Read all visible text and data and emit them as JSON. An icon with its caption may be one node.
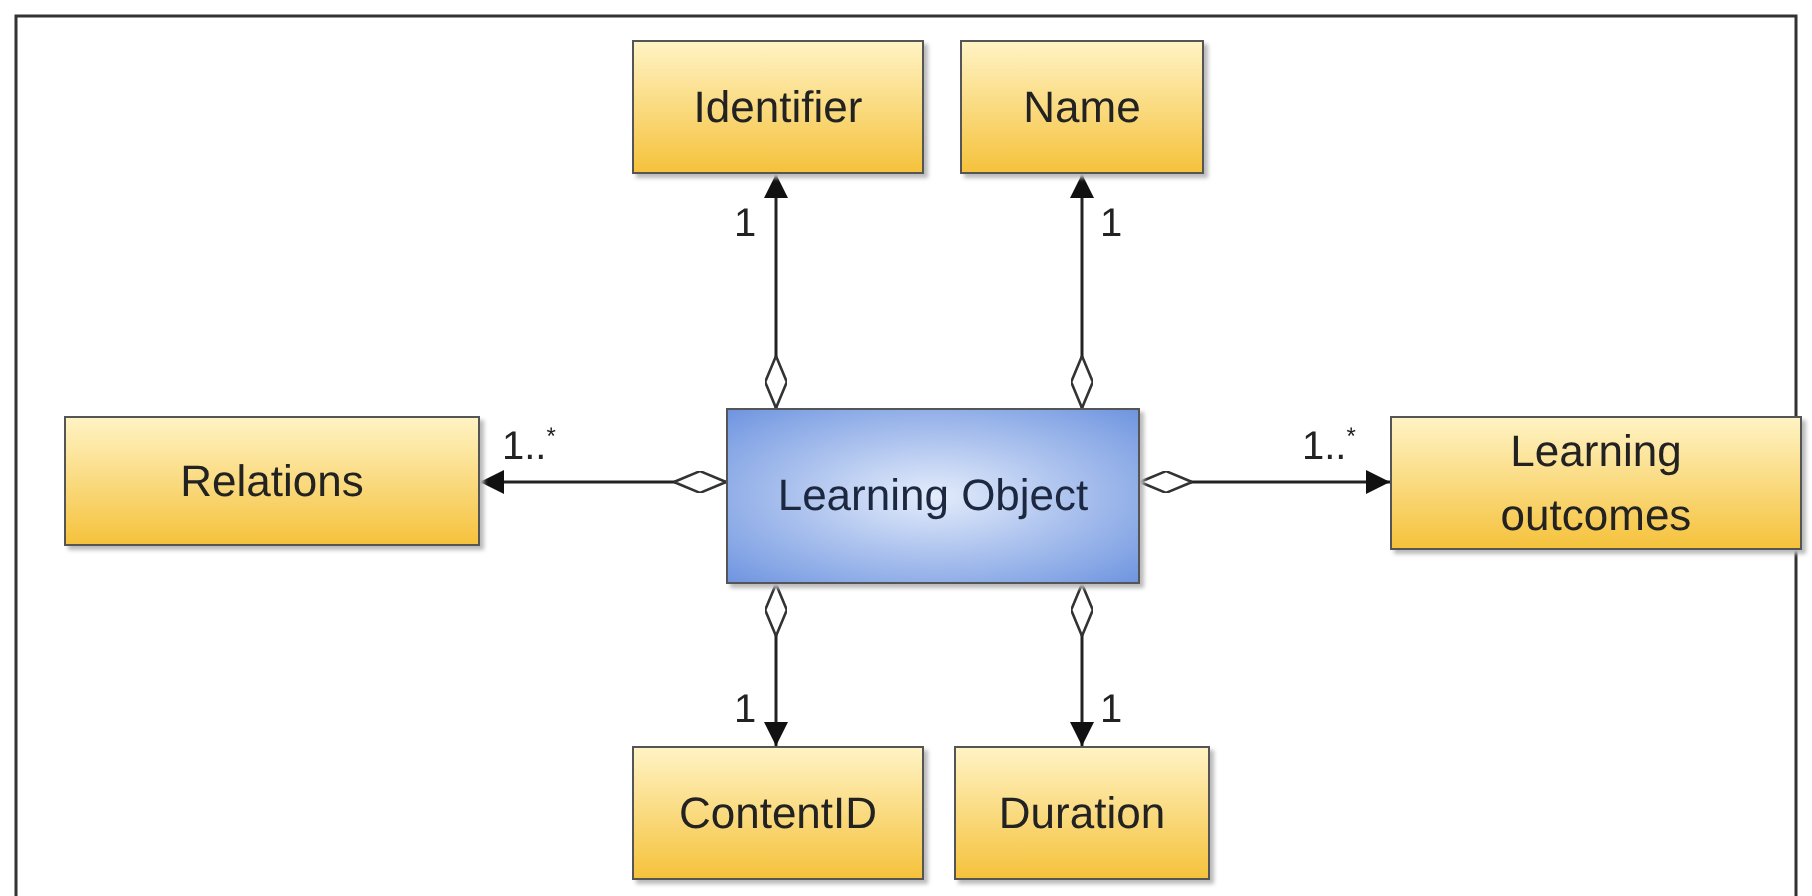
{
  "diagram": {
    "nodes": [
      {
        "text": [
          "Learning Object"
        ]
      },
      {
        "text": [
          "Identifier"
        ]
      },
      {
        "text": [
          "Name"
        ]
      },
      {
        "text": [
          "Relations"
        ]
      },
      {
        "text": [
          "Learning outcomes"
        ]
      },
      {
        "text": [
          "ContentID"
        ]
      },
      {
        "text": [
          "Duration"
        ]
      }
    ],
    "edges": [
      {
        "from": 0,
        "to": 1,
        "arrow": "to",
        "label": "1"
      },
      {
        "from": 0,
        "to": 2,
        "arrow": "to",
        "label": "1"
      },
      {
        "from": 0,
        "to": 3,
        "arrow": "to",
        "label": "1..$^{*}$"
      },
      {
        "from": 0,
        "to": 4,
        "arrow": "to",
        "label": "1..$^{*}$"
      },
      {
        "from": 0,
        "to": 5,
        "arrow": "to",
        "label": "1"
      },
      {
        "from": 0,
        "to": 6,
        "arrow": "to",
        "label": "1"
      }
    ]
  }
}
